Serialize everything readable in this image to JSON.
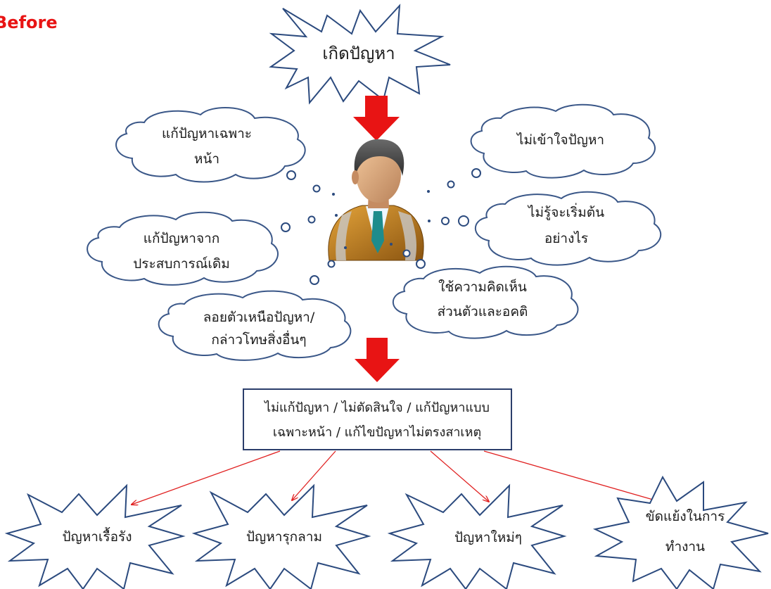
{
  "title": "Before",
  "colors": {
    "title": "#e81414",
    "outline": "#2b4a7e",
    "arrow": "#e81414"
  },
  "icons": {
    "person": "person-icon"
  },
  "top_burst": "เกิดปัญหา",
  "thoughts": {
    "left_1": [
      "แก้ปัญหาเฉพาะ",
      "หน้า"
    ],
    "left_2": [
      "แก้ปัญหาจาก",
      "ประสบการณ์เดิม"
    ],
    "left_3": [
      "ลอยตัวเหนือปัญหา/",
      "กล่าวโทษสิ่งอื่นๆ"
    ],
    "right_1": [
      "ไม่เข้าใจปัญหา"
    ],
    "right_2": [
      "ไม่รู้จะเริ่มต้น",
      "อย่างไร"
    ],
    "right_3": [
      "ใช้ความคิดเห็น",
      "ส่วนตัวและอคติ"
    ]
  },
  "result_box": [
    "ไม่แก้ปัญหา / ไม่ตัดสินใจ / แก้ปัญหาแบบ",
    "เฉพาะหน้า / แก้ไขปัญหาไม่ตรงสาเหตุ"
  ],
  "outcomes": [
    [
      "ปัญหาเรื้อรัง"
    ],
    [
      "ปัญหารุกลาม"
    ],
    [
      "ปัญหาใหม่ๆ"
    ],
    [
      "ขัดแย้งในการ",
      "ทำงาน"
    ]
  ]
}
